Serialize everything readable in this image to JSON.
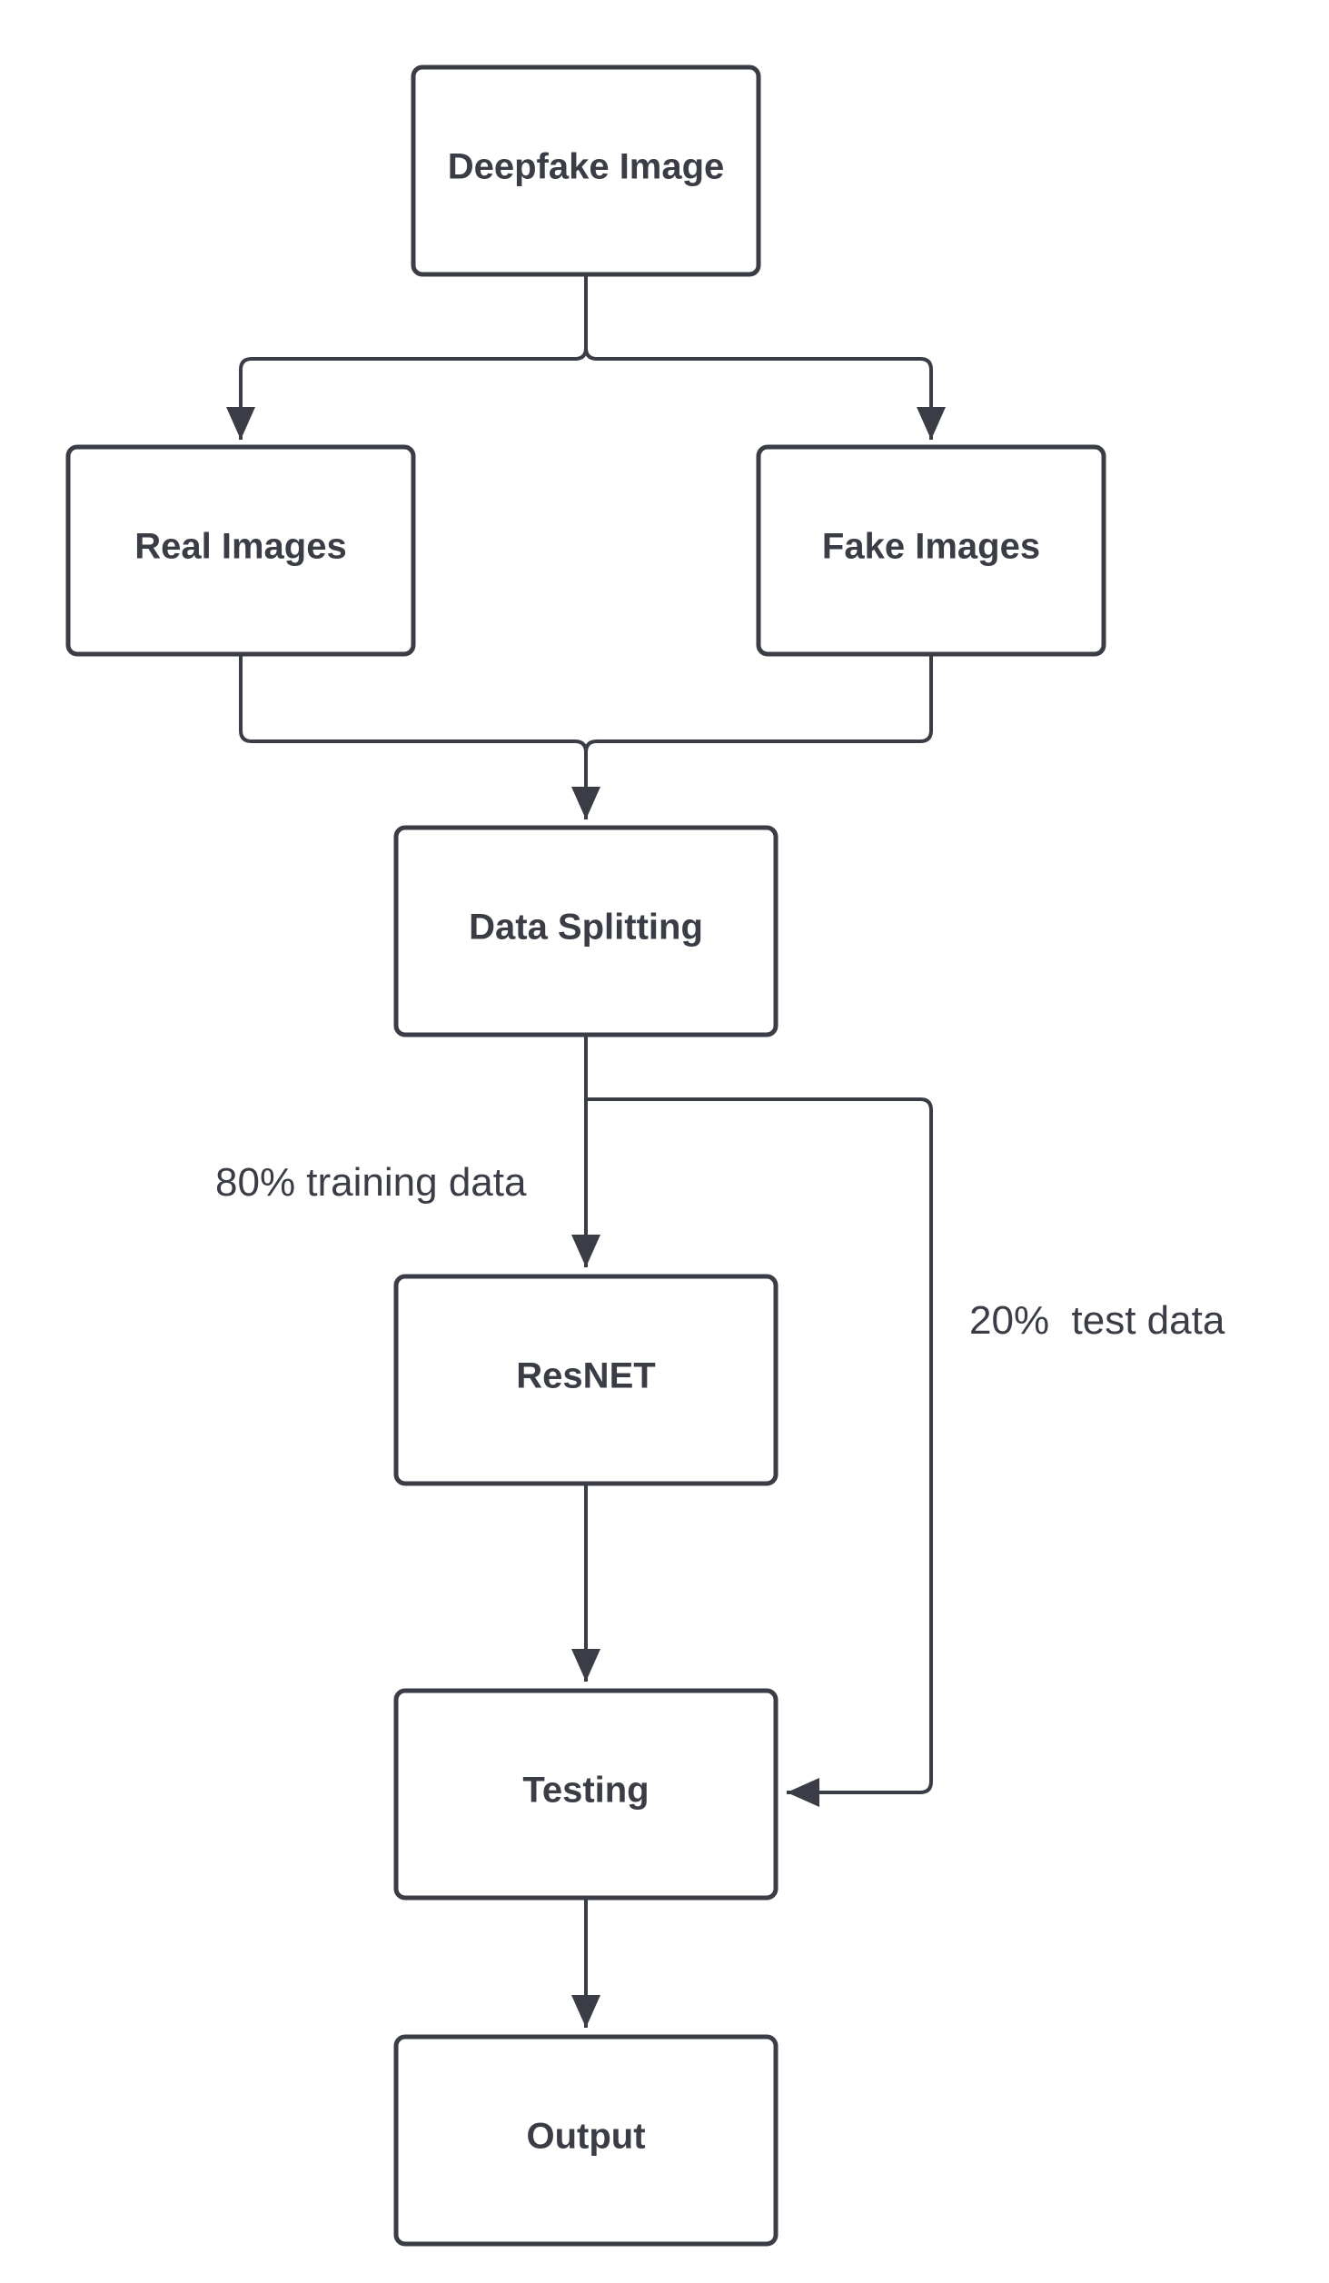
{
  "diagram": {
    "nodes": {
      "deepfake_image": "Deepfake Image",
      "real_images": "Real Images",
      "fake_images": "Fake Images",
      "data_splitting": "Data Splitting",
      "resnet": "ResNET",
      "testing": "Testing",
      "output": "Output"
    },
    "edge_labels": {
      "training": "80% training data",
      "test": "20%  test data"
    }
  },
  "colors": {
    "stroke": "#3a3d46",
    "background": "#ffffff"
  }
}
